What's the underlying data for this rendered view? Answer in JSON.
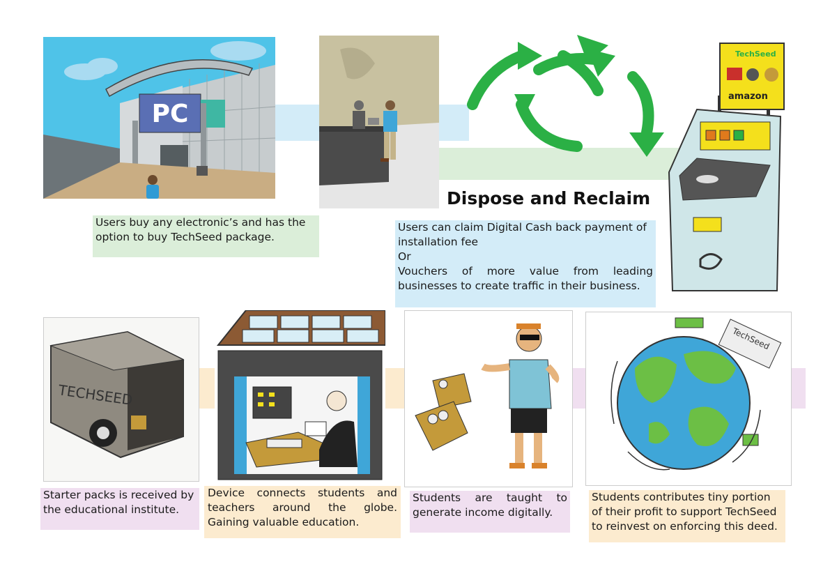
{
  "colors": {
    "green_band": "#dbeed9",
    "blue_band": "#d3ecf8",
    "pink_band": "#f0dff0",
    "peach_band": "#fcebcf",
    "arrow_green": "#2bb045",
    "kiosk_body": "#cfe6e8",
    "kiosk_sign": "#f4e01c"
  },
  "title": "Dispose and Reclaim",
  "captions": {
    "buy": "Users buy any electronic’s and has the option to buy TechSeed package.",
    "claim_line1": "Users can claim Digital Cash back payment of installation fee",
    "claim_or": "Or",
    "claim_line2": "Vouchers of more value  from leading businesses to create traffic in their business.",
    "starter": "Starter packs is received by the educational institute.",
    "device": "Device connects students and teachers around the globe. Gaining valuable education.",
    "students": "Students are taught to generate income digitally.",
    "contribute": "Students contributes tiny portion of their profit to support TechSeed to reinvest on enforcing this deed."
  },
  "illustrations": {
    "store_sign": "PC",
    "kiosk_brand": "TechSeed",
    "kiosk_amazon": "amazon",
    "van_text": "TECHSEED",
    "globe_sign": "TechSeed"
  },
  "icons": [
    "recycle-arrows-icon",
    "recycle-icon",
    "money-icon"
  ]
}
